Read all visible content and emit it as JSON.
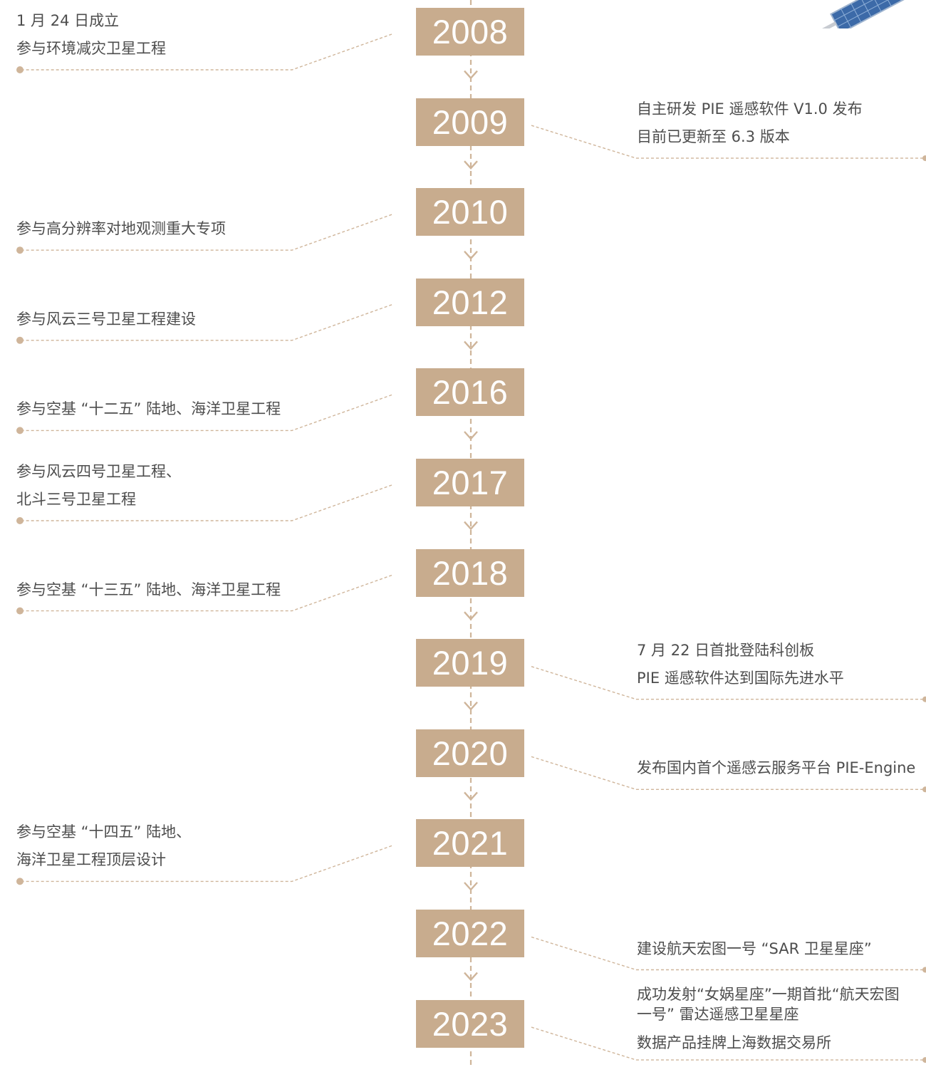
{
  "colors": {
    "accent": "#c8ac8e",
    "line": "#cfb59a",
    "text": "#4d4d4d",
    "year_text": "#ffffff"
  },
  "decor": {
    "satellite": "satellite-panel-icon"
  },
  "timeline": [
    {
      "year": "2008",
      "side": "left",
      "lines": [
        "1 月 24 日成立",
        "参与环境减灾卫星工程"
      ]
    },
    {
      "year": "2009",
      "side": "right",
      "lines": [
        "自主研发 PIE 遥感软件 V1.0 发布",
        "目前已更新至 6.3 版本"
      ]
    },
    {
      "year": "2010",
      "side": "left",
      "lines": [
        "参与高分辨率对地观测重大专项"
      ]
    },
    {
      "year": "2012",
      "side": "left",
      "lines": [
        "参与风云三号卫星工程建设"
      ]
    },
    {
      "year": "2016",
      "side": "left",
      "lines": [
        "参与空基 “十二五” 陆地、海洋卫星工程"
      ]
    },
    {
      "year": "2017",
      "side": "left",
      "lines": [
        "参与风云四号卫星工程、",
        "北斗三号卫星工程"
      ]
    },
    {
      "year": "2018",
      "side": "left",
      "lines": [
        "参与空基 “十三五” 陆地、海洋卫星工程"
      ]
    },
    {
      "year": "2019",
      "side": "right",
      "lines": [
        "7 月 22 日首批登陆科创板",
        "PIE 遥感软件达到国际先进水平"
      ]
    },
    {
      "year": "2020",
      "side": "right",
      "lines": [
        "发布国内首个遥感云服务平台 PIE-Engine"
      ]
    },
    {
      "year": "2021",
      "side": "left",
      "lines": [
        "参与空基 “十四五” 陆地、",
        "海洋卫星工程顶层设计"
      ]
    },
    {
      "year": "2022",
      "side": "right",
      "lines": [
        "建设航天宏图一号 “SAR 卫星星座”"
      ]
    },
    {
      "year": "2023",
      "side": "right",
      "lines": [
        "成功发射“女娲星座”一期首批“航天宏图",
        "一号” 雷达遥感卫星星座",
        "数据产品挂牌上海数据交易所"
      ]
    }
  ]
}
